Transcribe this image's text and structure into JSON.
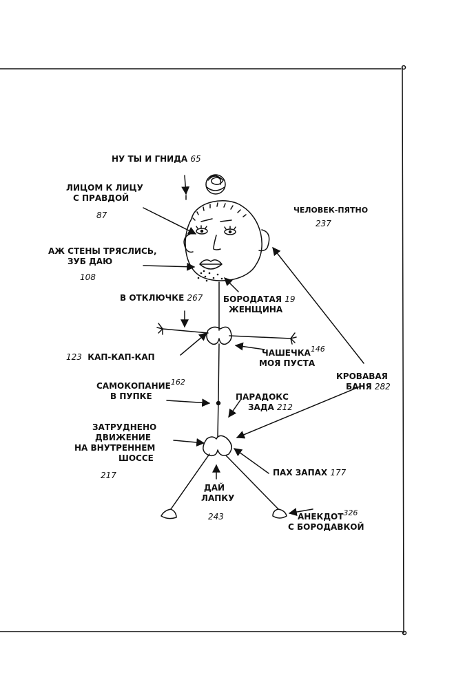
{
  "labels": {
    "nu_ty": {
      "text": "НУ ТЫ И ГНИДА",
      "page": "65"
    },
    "litsom": {
      "line1": "ЛИЦОМ К ЛИЦУ",
      "line2": "С ПРАВДОЙ",
      "page": "87"
    },
    "chelovek": {
      "text": "ЧЕЛОВЕК-ПЯТНО",
      "page": "237"
    },
    "azh": {
      "line1": "АЖ СТЕНЫ ТРЯСЛИСЬ,",
      "line2": "ЗУБ ДАЮ",
      "page": "108"
    },
    "otkl": {
      "text": "В ОТКЛЮЧКЕ",
      "page": "267"
    },
    "boroda": {
      "line1": "БОРОДАТАЯ",
      "line2": "ЖЕНЩИНА",
      "page": "19"
    },
    "kap": {
      "text": "КАП-КАП-КАП",
      "page": "123"
    },
    "chashka": {
      "line1": "ЧАШЕЧКА",
      "line2": "МОЯ ПУСТА",
      "page": "146"
    },
    "krov": {
      "line1": "КРОВАВАЯ",
      "line2": "БАНЯ",
      "page": "282"
    },
    "samokop": {
      "line1": "САМОКОПАНИЕ",
      "line2": "В ПУПКЕ",
      "page": "162"
    },
    "paradoks": {
      "line1": "ПАРАДОКС",
      "line2": "ЗАДА",
      "page": "212"
    },
    "zatrud": {
      "line1": "ЗАТРУДНЕНО",
      "line2": "ДВИЖЕНИЕ",
      "line3": "НА ВНУТРЕННЕМ",
      "line4": "ШОССЕ",
      "page": "217"
    },
    "pah": {
      "text": "ПАХ ЗАПАХ",
      "page": "177"
    },
    "lapku": {
      "line1": "ДАЙ",
      "line2": "ЛАПКУ",
      "page": "243"
    },
    "anekdot": {
      "line1": "АНЕКДОТ",
      "line2": "С БОРОДАВКОЙ",
      "page": "326"
    }
  }
}
